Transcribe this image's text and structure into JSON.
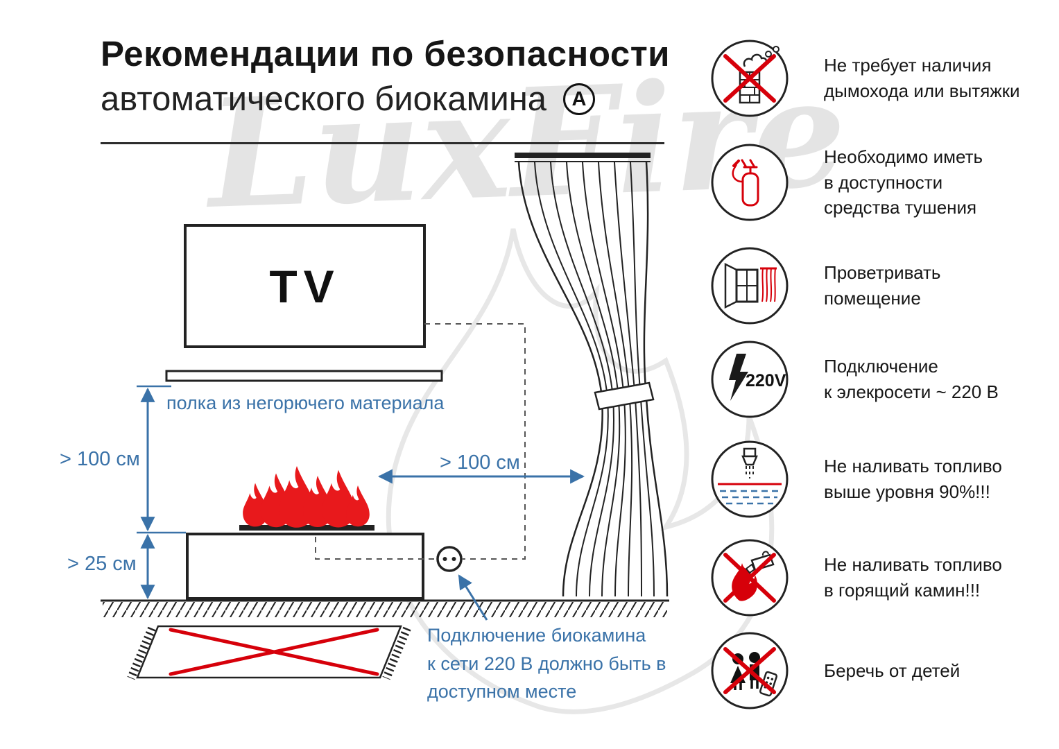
{
  "title": {
    "line1": "Рекомендации по безопасности",
    "line2": "автоматического биокамина",
    "badge": "A"
  },
  "watermark": "LuxFire",
  "colors": {
    "accent_blue": "#3a72a8",
    "alert_red": "#d6000a",
    "flame_red": "#e8191c",
    "line_dark": "#1f1f1f"
  },
  "diagram": {
    "tv_label": "TV",
    "shelf_label": "полка из негорючего материала",
    "dim_height": "> 100 см",
    "dim_base": "> 25 см",
    "dim_distance": "> 100 см",
    "outlet_note": "Подключение биокамина\nк сети 220 В должно быть в\nдоступном месте"
  },
  "safety_icons": [
    {
      "icon": "no-chimney-icon",
      "label": "Не требует наличия\nдымохода или вытяжки"
    },
    {
      "icon": "extinguisher-icon",
      "label": "Необходимо иметь\nв доступности\nсредства тушения"
    },
    {
      "icon": "ventilate-icon",
      "label": "Проветривать\nпомещение"
    },
    {
      "icon": "power-icon",
      "badge": "220V",
      "label": "Подключение\nк элекросети ~ 220 В"
    },
    {
      "icon": "fuel-level-icon",
      "label": "Не наливать топливо\nвыше уровня 90%!!!"
    },
    {
      "icon": "no-refill-icon",
      "label": "Не наливать топливо\nв горящий камин!!!"
    },
    {
      "icon": "no-children-icon",
      "label": "Беречь от детей"
    }
  ]
}
